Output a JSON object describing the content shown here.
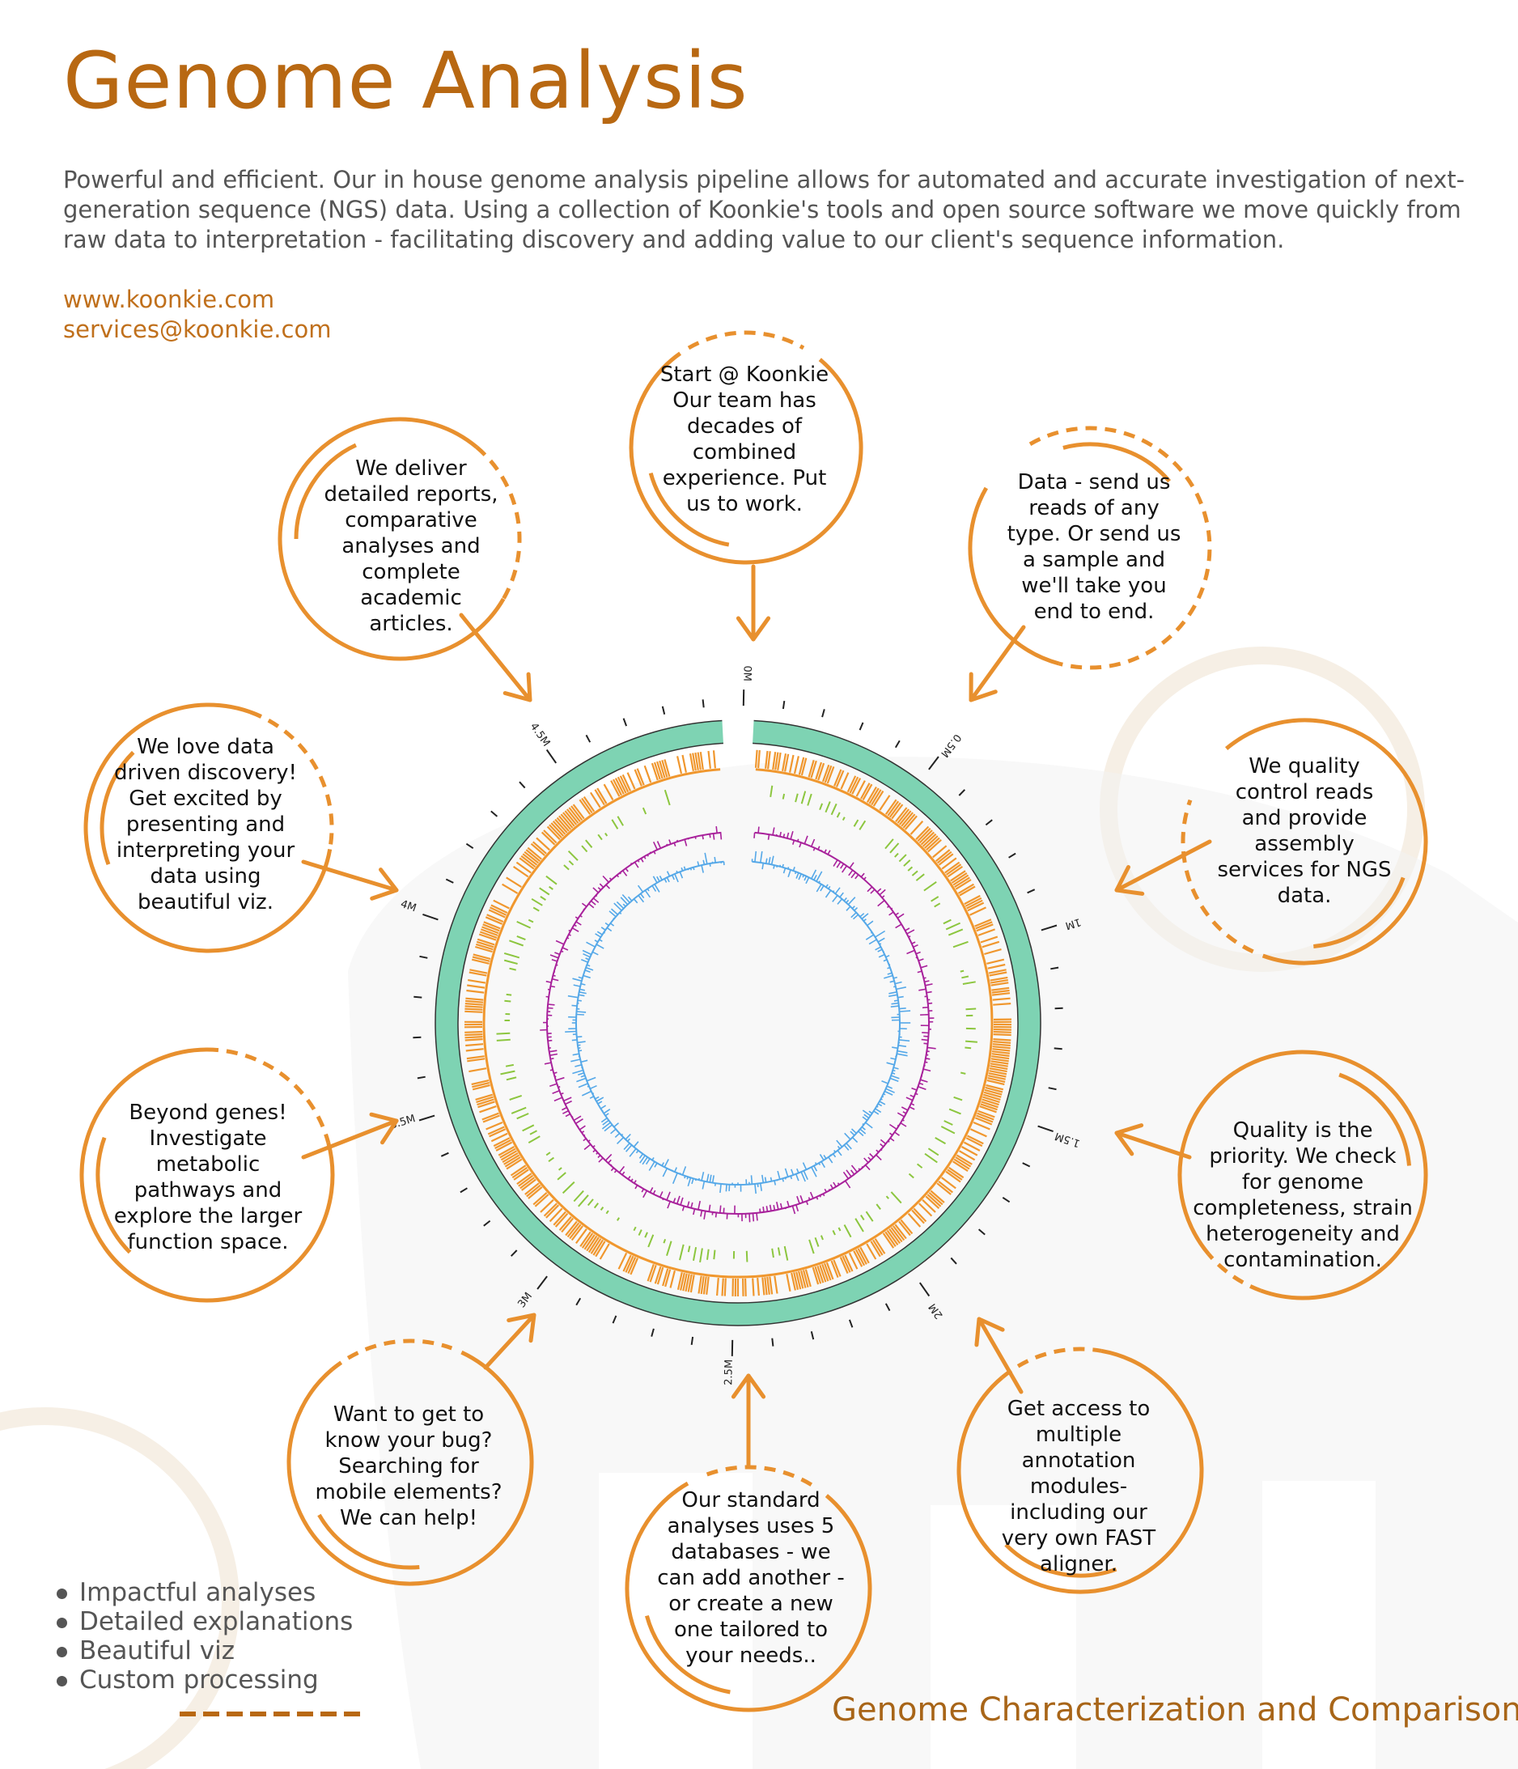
{
  "header": {
    "title": "Genome Analysis",
    "intro": "Powerful and efficient. Our in house genome analysis pipeline allows for automated and accurate investigation of next-generation sequence (NGS) data. Using a collection of Koonkie's tools and open source software we move quickly from raw data to interpretation - facilitating discovery and adding value to our client's sequence information.",
    "website": "www.koonkie.com",
    "email": "services@koonkie.com"
  },
  "bubbles": [
    {
      "lines": [
        "Start @ Koonkie",
        "Our team has",
        "decades of",
        "combined",
        "experience. Put",
        "us to work."
      ]
    },
    {
      "lines": [
        "Data - send us",
        "reads of any",
        "type. Or send us",
        "a sample and",
        "we'll take you",
        "end to end."
      ]
    },
    {
      "lines": [
        "We quality",
        "control reads",
        "and provide",
        "assembly",
        "services for NGS",
        "data."
      ]
    },
    {
      "lines": [
        "Quality is the",
        "priority. We check",
        "for genome",
        "completeness, strain",
        "heterogeneity and",
        "contamination."
      ]
    },
    {
      "lines": [
        "Get access to",
        "multiple",
        "annotation",
        "modules-",
        "including our",
        "very own FAST",
        "aligner."
      ]
    },
    {
      "lines": [
        "Our standard",
        "analyses uses 5",
        "databases - we",
        "can add another -",
        "or create a new",
        "one tailored to",
        "your needs.."
      ]
    },
    {
      "lines": [
        "Want to get to",
        "know your bug?",
        "Searching for",
        "mobile elements?",
        "We can help!"
      ]
    },
    {
      "lines": [
        "Beyond genes!",
        "Investigate",
        "metabolic",
        "pathways and",
        "explore the larger",
        "function space."
      ]
    },
    {
      "lines": [
        "We love data",
        "driven discovery!",
        "Get excited by",
        "presenting and",
        "interpreting your",
        "data using",
        "beautiful viz."
      ]
    },
    {
      "lines": [
        "We deliver",
        "detailed reports,",
        "comparative",
        "analyses and",
        "complete",
        "academic",
        "articles."
      ]
    }
  ],
  "genome_map": {
    "tick_labels": [
      "0M",
      "0.5M",
      "1M",
      "1.5M",
      "2M",
      "2.5M",
      "3M",
      "3.5M",
      "4M",
      "4.5M"
    ],
    "colors": {
      "backbone": "#7ed3b3",
      "genes": "#f0972e",
      "track_green": "#8cc63f",
      "track_purple": "#a8219b",
      "track_blue": "#55a8e8",
      "accent": "#e8902e"
    }
  },
  "features": [
    "Impactful analyses",
    "Detailed explanations",
    "Beautiful viz",
    "Custom processing"
  ],
  "footer": "Genome Characterization and Comparison"
}
